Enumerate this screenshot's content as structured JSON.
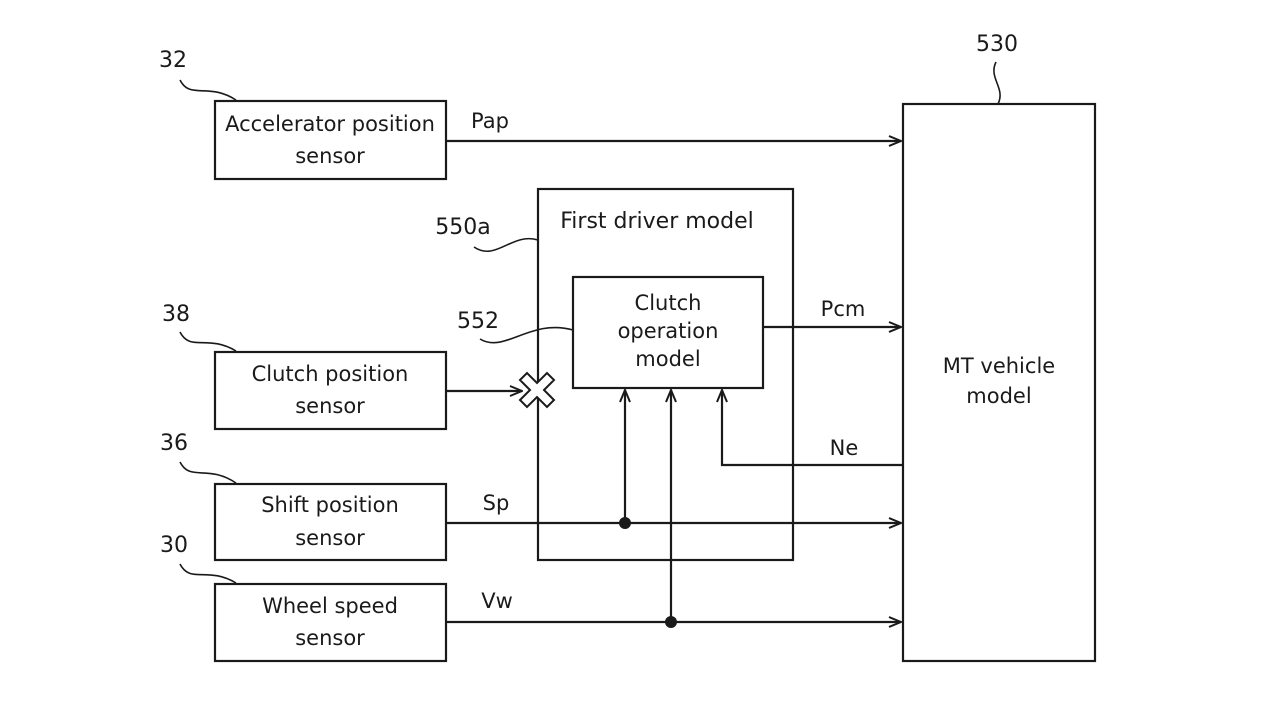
{
  "accelerator_sensor": {
    "ref": "32",
    "line1": "Accelerator position",
    "line2": "sensor",
    "signal": "Pap"
  },
  "clutch_sensor": {
    "ref": "38",
    "line1": "Clutch position",
    "line2": "sensor"
  },
  "shift_sensor": {
    "ref": "36",
    "line1": "Shift position",
    "line2": "sensor",
    "signal": "Sp"
  },
  "wheel_sensor": {
    "ref": "30",
    "line1": "Wheel speed",
    "line2": "sensor",
    "signal": "Vw"
  },
  "driver_model": {
    "ref": "550a",
    "title": "First driver model"
  },
  "clutch_model": {
    "ref": "552",
    "line1": "Clutch",
    "line2": "operation",
    "line3": "model",
    "signal": "Pcm"
  },
  "vehicle_model": {
    "ref": "530",
    "line1": "MT vehicle",
    "line2": "model",
    "feedback_signal": "Ne"
  },
  "colors": {
    "line": "#1a1a1a",
    "background": "#ffffff"
  }
}
